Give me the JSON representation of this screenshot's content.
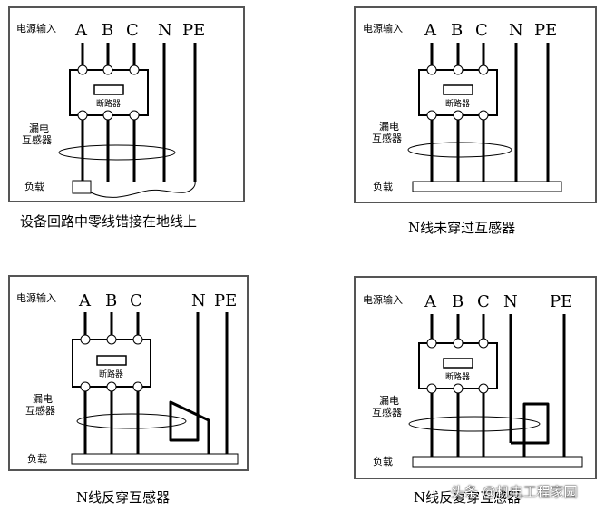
{
  "panels": [
    {
      "label_power_input": "电源输入",
      "label_breaker": "断路器",
      "label_rcd_line1": "漏电",
      "label_rcd_line2": "互感器",
      "label_load": "负载",
      "phase_labels": [
        "A",
        "B",
        "C"
      ],
      "n_label": "N",
      "pe_label": "PE",
      "caption": "设备回路中零线错接在地线上"
    },
    {
      "label_power_input": "电源输入",
      "label_breaker": "断路器",
      "label_rcd_line1": "漏电",
      "label_rcd_line2": "互感器",
      "label_load": "负载",
      "phase_labels": [
        "A",
        "B",
        "C"
      ],
      "n_label": "N",
      "pe_label": "PE",
      "caption": "N线未穿过互感器"
    },
    {
      "label_power_input": "电源输入",
      "label_breaker": "断路器",
      "label_rcd_line1": "漏电",
      "label_rcd_line2": "互感器",
      "label_load": "负载",
      "phase_labels": [
        "A",
        "B",
        "C"
      ],
      "n_label": "N",
      "pe_label": "PE",
      "caption": "N线反穿互感器"
    },
    {
      "label_power_input": "电源输入",
      "label_breaker": "断路器",
      "label_rcd_line1": "漏电",
      "label_rcd_line2": "互感器",
      "label_load": "负载",
      "phase_labels": [
        "A",
        "B",
        "C"
      ],
      "n_label": "N",
      "pe_label": "PE",
      "caption": "N线反复穿互感器"
    }
  ],
  "watermark": "头条 @机电工程家园"
}
